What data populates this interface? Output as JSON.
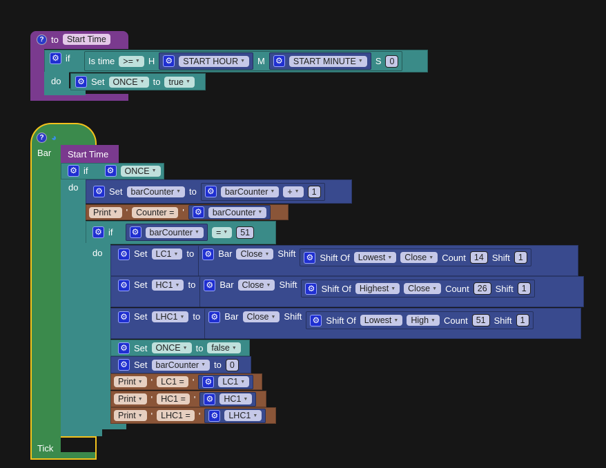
{
  "proc": {
    "to": "to",
    "name": "Start Time",
    "if": "if",
    "do": "do",
    "is_time": "Is time",
    "op": ">=",
    "h": "H",
    "start_hour": "START HOUR",
    "m": "M",
    "start_minute": "START MINUTE",
    "s": "S",
    "s_val": "0",
    "set": "Set",
    "once": "ONCE",
    "to2": "to",
    "true": "true"
  },
  "event": {
    "bar": "Bar",
    "tick": "Tick",
    "call": "Start Time",
    "if": "if",
    "do": "do",
    "once": "ONCE",
    "set": "Set",
    "bar_counter": "barCounter",
    "to": "to",
    "plus": "+",
    "one": "1",
    "print": "Print",
    "counter_str": "Counter =",
    "eq": "=",
    "fifty_one": "51",
    "rows": [
      {
        "var": "LC1",
        "bar": "Bar",
        "close": "Close",
        "shift": "Shift",
        "shift_of": "Shift Of",
        "ext": "Lowest",
        "src": "Close",
        "count": "Count",
        "count_val": "14",
        "shift_val": "1"
      },
      {
        "var": "HC1",
        "bar": "Bar",
        "close": "Close",
        "shift": "Shift",
        "shift_of": "Shift Of",
        "ext": "Highest",
        "src": "Close",
        "count": "Count",
        "count_val": "26",
        "shift_val": "1"
      },
      {
        "var": "LHC1",
        "bar": "Bar",
        "close": "Close",
        "shift": "Shift",
        "shift_of": "Shift Of",
        "ext": "Lowest",
        "src": "High",
        "count": "Count",
        "count_val": "51",
        "shift_val": "1"
      }
    ],
    "false": "false",
    "zero": "0",
    "prints": [
      {
        "label": "LC1 =",
        "var": "LC1"
      },
      {
        "label": "HC1 =",
        "var": "HC1"
      },
      {
        "label": "LHC1 =",
        "var": "LHC1"
      }
    ]
  }
}
